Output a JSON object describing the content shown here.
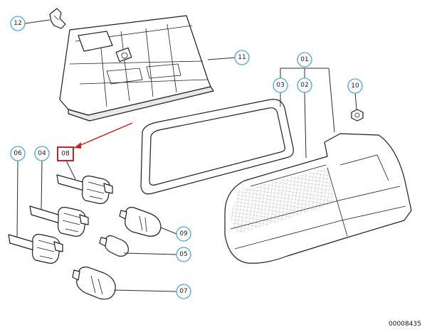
{
  "diagram": {
    "code": "00008435",
    "highlight_color": "#cc1f1f",
    "callout_color": "#4aa6d8",
    "highlighted_callout": "08",
    "callouts": [
      {
        "id": "12",
        "label": "12"
      },
      {
        "id": "11",
        "label": "11"
      },
      {
        "id": "01",
        "label": "01"
      },
      {
        "id": "03",
        "label": "03"
      },
      {
        "id": "02",
        "label": "02"
      },
      {
        "id": "10",
        "label": "10"
      },
      {
        "id": "08",
        "label": "08"
      },
      {
        "id": "06",
        "label": "06"
      },
      {
        "id": "04",
        "label": "04"
      },
      {
        "id": "09",
        "label": "09"
      },
      {
        "id": "05",
        "label": "05"
      },
      {
        "id": "07",
        "label": "07"
      }
    ],
    "parts": [
      {
        "id": "11",
        "icon": "bulb-carrier-icon"
      },
      {
        "id": "12",
        "icon": "clip-icon"
      },
      {
        "id": "03",
        "icon": "gasket-icon"
      },
      {
        "id": "02",
        "icon": "seal-strip-icon"
      },
      {
        "id": "01",
        "icon": "tail-light-housing-icon"
      },
      {
        "id": "10",
        "icon": "nut-icon"
      },
      {
        "id": "08",
        "icon": "socket-icon"
      },
      {
        "id": "04",
        "icon": "socket-icon"
      },
      {
        "id": "06",
        "icon": "socket-icon"
      },
      {
        "id": "09",
        "icon": "bulb-icon"
      },
      {
        "id": "05",
        "icon": "bulb-icon"
      },
      {
        "id": "07",
        "icon": "bulb-icon"
      }
    ]
  }
}
